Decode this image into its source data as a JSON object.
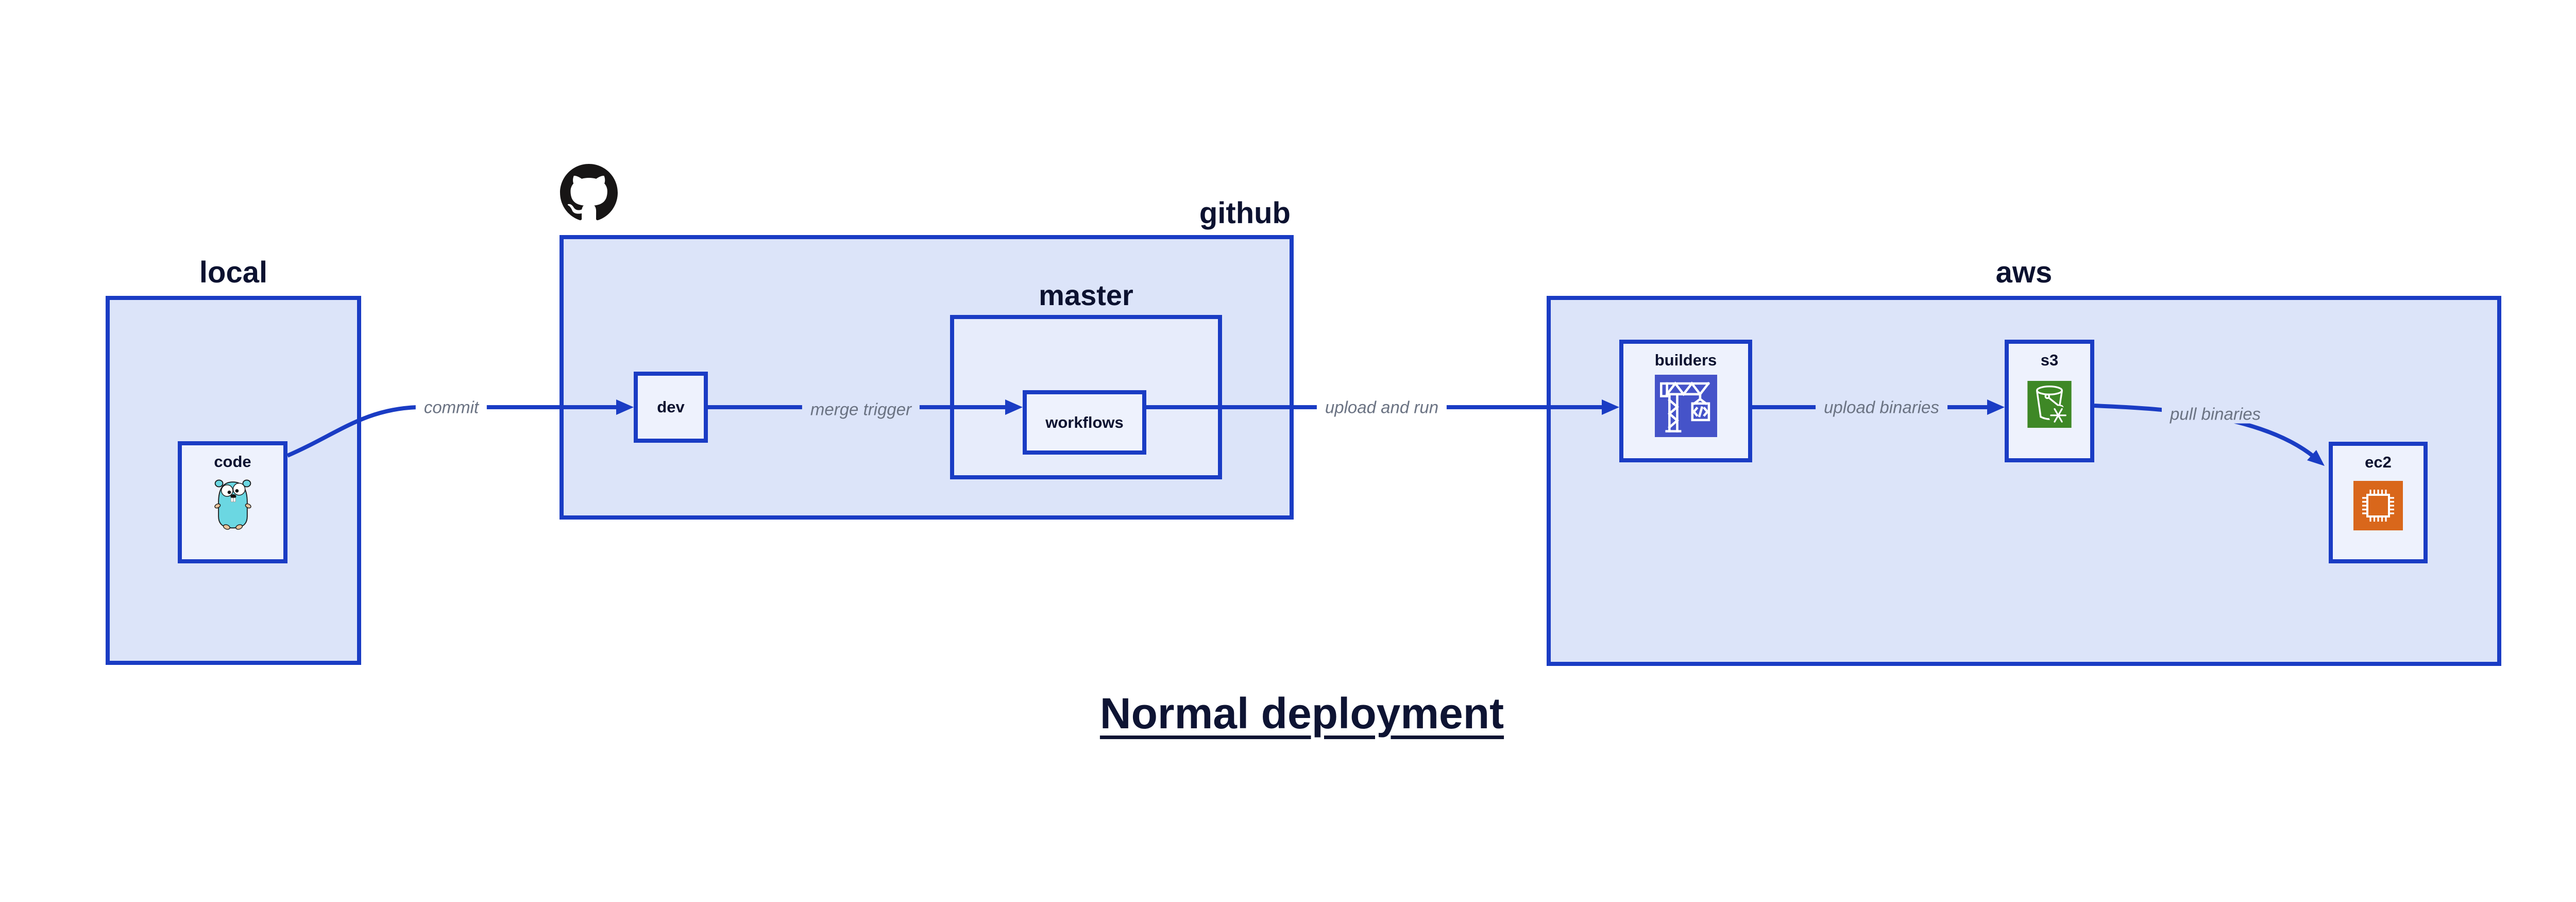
{
  "title": "Normal deployment",
  "containers": {
    "local": {
      "label": "local"
    },
    "github": {
      "label": "github",
      "logo_icon": "github-octocat-icon"
    },
    "aws": {
      "label": "aws"
    }
  },
  "nodes": {
    "code": {
      "label": "code",
      "icon": "go-gopher-icon"
    },
    "dev": {
      "label": "dev"
    },
    "master": {
      "label": "master"
    },
    "workflows": {
      "label": "workflows"
    },
    "builders": {
      "label": "builders",
      "icon": "aws-codebuild-crane-icon",
      "icon_bg": "#4553c9"
    },
    "s3": {
      "label": "s3",
      "icon": "aws-s3-glacier-bucket-icon",
      "icon_bg": "#3e8826"
    },
    "ec2": {
      "label": "ec2",
      "icon": "aws-ec2-chip-icon",
      "icon_bg": "#d9671b"
    }
  },
  "edges": [
    {
      "id": "commit",
      "label": "commit",
      "from": "code",
      "to": "dev"
    },
    {
      "id": "merge-trigger",
      "label": "merge trigger",
      "from": "dev",
      "to": "workflows"
    },
    {
      "id": "upload-and-run",
      "label": "upload and run",
      "from": "workflows",
      "to": "builders"
    },
    {
      "id": "upload-binaries",
      "label": "upload binaries",
      "from": "builders",
      "to": "s3"
    },
    {
      "id": "pull-binaries",
      "label": "pull binaries",
      "from": "s3",
      "to": "ec2"
    }
  ],
  "colors": {
    "stroke_blue": "#1a3cc4",
    "container_fill": "#dce4f9",
    "master_fill": "#e7ecfb",
    "node_fill": "#eef2fd",
    "text_dark": "#0c1230",
    "edge_label_gray": "#6b7383",
    "github_logo_black": "#171515",
    "gopher_teal": "#6bd7e2",
    "codebuild_indigo": "#4553c9",
    "s3_green": "#3e8826",
    "ec2_orange": "#d9671b"
  }
}
